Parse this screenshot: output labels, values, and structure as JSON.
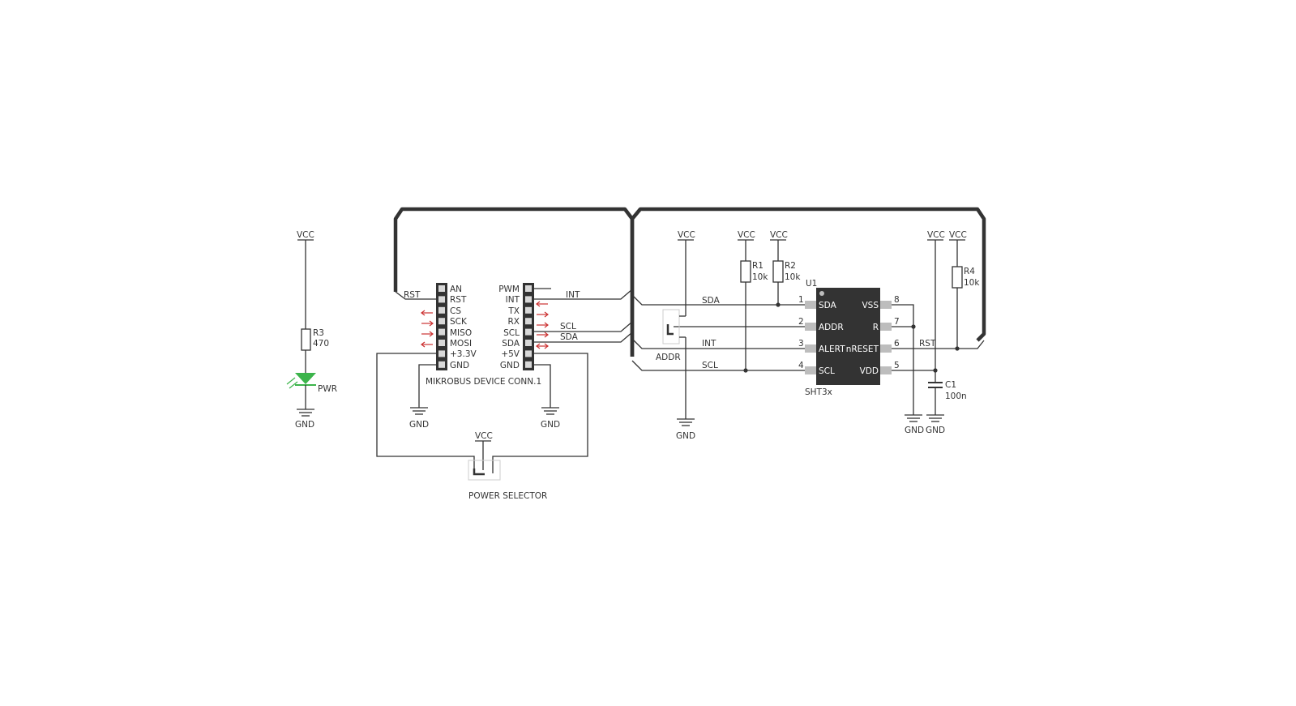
{
  "led_section": {
    "vcc": "VCC",
    "resistor_ref": "R3",
    "resistor_value": "470",
    "led_label": "PWR",
    "gnd": "GND"
  },
  "connector": {
    "left_pins": [
      "AN",
      "RST",
      "CS",
      "SCK",
      "MISO",
      "MOSI",
      "+3.3V",
      "GND"
    ],
    "right_pins": [
      "PWM",
      "INT",
      "TX",
      "RX",
      "SCL",
      "SDA",
      "+5V",
      "GND"
    ],
    "title": "MIKROBUS  DEVICE  CONN.1",
    "net_rst": "RST",
    "net_int": "INT",
    "net_scl": "SCL",
    "net_sda": "SDA",
    "gnd_left": "GND",
    "gnd_right": "GND"
  },
  "power_selector": {
    "vcc": "VCC",
    "label": "POWER  SELECTOR"
  },
  "sensor": {
    "vcc_addr": "VCC",
    "vcc_r1": "VCC",
    "vcc_r2": "VCC",
    "vcc_c1": "VCC",
    "vcc_r4": "VCC",
    "r1_ref": "R1",
    "r1_value": "10k",
    "r2_ref": "R2",
    "r2_value": "10k",
    "r4_ref": "R4",
    "r4_value": "10k",
    "c1_ref": "C1",
    "c1_value": "100n",
    "u1_ref": "U1",
    "u1_part": "SHT3x",
    "chip_left_pins": [
      "SDA",
      "ADDR",
      "ALERT",
      "SCL"
    ],
    "chip_right_pins": [
      "VSS",
      "R",
      "nRESET",
      "VDD"
    ],
    "pin_numbers": [
      "1",
      "2",
      "3",
      "4",
      "8",
      "7",
      "6",
      "5"
    ],
    "net_sda": "SDA",
    "net_int": "INT",
    "net_scl": "SCL",
    "net_rst": "RST",
    "addr_label": "ADDR",
    "gnd_addr": "GND",
    "gnd_vss": "GND",
    "gnd_c1": "GND"
  },
  "colors": {
    "wire": "#333333",
    "led": "#3cb44b",
    "arrow": "#cc3333",
    "chip_body": "#333333"
  }
}
